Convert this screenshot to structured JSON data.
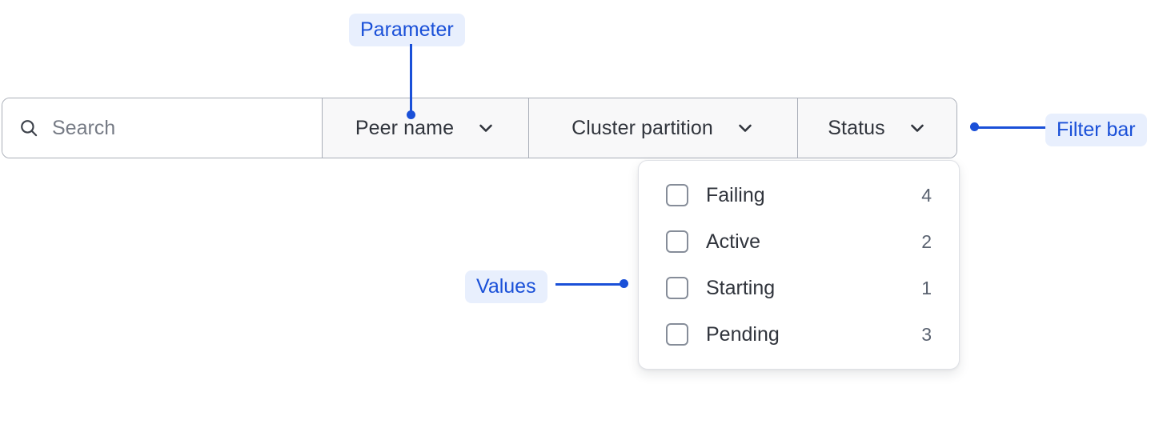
{
  "filter_bar": {
    "search": {
      "icon": "search-icon",
      "placeholder": "Search",
      "value": ""
    },
    "segments": [
      {
        "label": "Peer name",
        "icon": "chevron-down-icon"
      },
      {
        "label": "Cluster partition",
        "icon": "chevron-down-icon"
      },
      {
        "label": "Status",
        "icon": "chevron-down-icon"
      }
    ]
  },
  "dropdown": {
    "items": [
      {
        "label": "Failing",
        "count": "4",
        "checked": false
      },
      {
        "label": "Active",
        "count": "2",
        "checked": false
      },
      {
        "label": "Starting",
        "count": "1",
        "checked": false
      },
      {
        "label": "Pending",
        "count": "3",
        "checked": false
      }
    ]
  },
  "annotations": {
    "parameter": "Parameter",
    "values": "Values",
    "filter_bar": "Filter bar"
  },
  "colors": {
    "accent": "#1a50d8",
    "accent_bg": "#e8effd",
    "bar_border": "#a9aeb8",
    "seg_bg": "#f8f8f9",
    "text": "#30343c",
    "muted": "#5a6270",
    "placeholder": "#767b85",
    "panel_border": "#dfe1e6"
  }
}
